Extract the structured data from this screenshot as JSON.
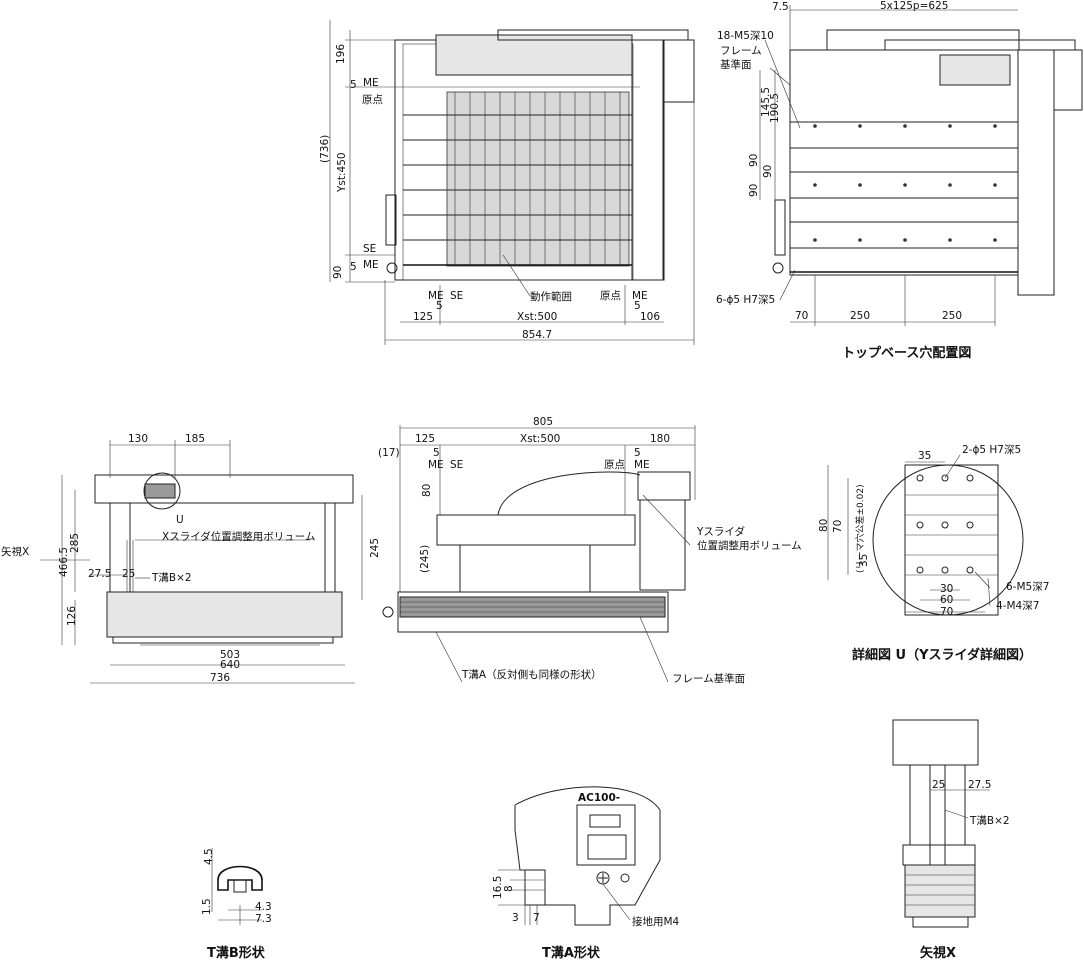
{
  "captions": {
    "top_base": "トップベース穴配置図",
    "detail_u": "詳細図 U（Yスライダ詳細図）",
    "t_slot_b": "T溝B形状",
    "t_slot_a": "T溝A形状",
    "view_x": "矢視X"
  },
  "top_view": {
    "dim_196": "196",
    "dim_736": "(736)",
    "dim_yst": "Yst:450",
    "dim_90": "90",
    "dim_5a": "5",
    "dim_5b": "5",
    "me_top": "ME",
    "origin_top": "原点",
    "se_left": "SE",
    "me_left": "ME",
    "me_bottom_left": "ME",
    "se_bottom": "SE",
    "dim_5c": "5",
    "motion_range": "動作範囲",
    "origin_bottom": "原点",
    "me_bottom_right": "ME",
    "dim_5d": "5",
    "dim_125": "125",
    "dim_xst": "Xst:500",
    "dim_106": "106",
    "dim_854": "854.7"
  },
  "base_view": {
    "dim_7_5": "7.5",
    "dim_pitch": "5x125p=625",
    "holes_m5": "18-M5深10",
    "frame_ref_1": "フレーム",
    "frame_ref_2": "基準面",
    "dim_145": "145.5",
    "dim_190": "190.5",
    "dim_90a": "90",
    "dim_90b": "90",
    "dim_90c": "90",
    "holes_h7": "6-ϕ5 H7深5",
    "dim_70": "70",
    "dim_250a": "250",
    "dim_250b": "250"
  },
  "side_view": {
    "dim_130": "130",
    "dim_185": "185",
    "label_u": "U",
    "x_slider_vol": "Xスライダ位置調整用ボリューム",
    "view_x_arrow": "矢視X",
    "dim_466": "466.5",
    "dim_285": "285",
    "dim_245": "245",
    "dim_27": "27.5",
    "dim_25": "25",
    "t_slot_b2": "T溝B×2",
    "dim_126": "126",
    "dim_503": "503",
    "dim_640": "640",
    "dim_736": "736"
  },
  "front_view": {
    "dim_805": "805",
    "dim_17": "(17)",
    "dim_125": "125",
    "dim_xst": "Xst:500",
    "dim_180": "180",
    "dim_5a": "5",
    "me_left": "ME",
    "se_left": "SE",
    "origin": "原点",
    "dim_5b": "5",
    "me_right": "ME",
    "dim_80": "80",
    "dim_245": "(245)",
    "y_slider_1": "Yスライダ",
    "y_slider_2": "位置調整用ボリューム",
    "t_slot_a_note": "T溝A（反対側も同様の形状）",
    "frame_ref": "フレーム基準面"
  },
  "detail_u": {
    "dim_35top": "35",
    "holes_h7": "2-ϕ5 H7深5",
    "dim_80": "80",
    "dim_70": "70",
    "reamer_note": "(リーマ穴公差±0.02)",
    "dim_35": "35",
    "dim_30": "30",
    "dim_60": "60",
    "dim_70b": "70",
    "holes_m5": "6-M5深7",
    "holes_m4": "4-M4深7"
  },
  "t_slot_b": {
    "dim_4_5": "4.5",
    "dim_1_5": "1.5",
    "dim_4_3": "4.3",
    "dim_7_3": "7.3"
  },
  "t_slot_a": {
    "ac_label": "AC100-",
    "dim_16_5": "16.5",
    "dim_8": "8",
    "dim_3": "3",
    "dim_7": "7",
    "ground_m4": "接地用M4"
  },
  "view_x": {
    "dim_27": "27.5",
    "dim_25": "25",
    "t_slot_b2": "T溝B×2"
  }
}
